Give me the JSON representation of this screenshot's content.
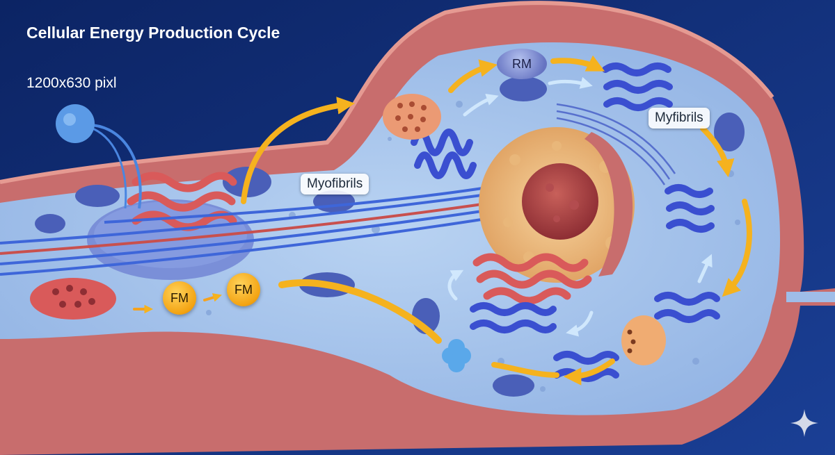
{
  "title": "Cellular Energy Production Cycle",
  "dimensions_note": "1200x630 pixl",
  "labels": {
    "myofibrils": "Myofibrils",
    "myfibrils": "Myfibrils",
    "rm": "RM",
    "fm_1": "FM",
    "fm_2": "FM"
  },
  "colors": {
    "background": "#0d2a6b",
    "membrane": "#c86d6d",
    "cytoplasm": "#a9c6ec",
    "organelle_blue": "#3a4fd0",
    "organelle_red": "#d95a5a",
    "nucleus": "#f0c48a",
    "arrow_orange": "#f5b21e",
    "arrow_light": "#d5ecff"
  },
  "icons": [
    "sparkle-icon"
  ]
}
